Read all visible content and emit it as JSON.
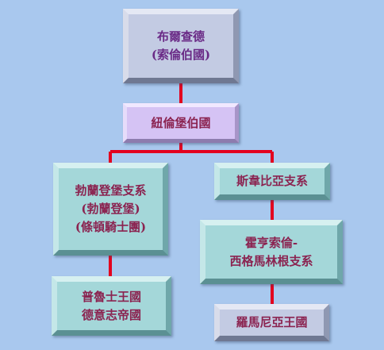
{
  "colors": {
    "background": "#a9c8ee",
    "connector": "#e3001f",
    "root_text": "#6a2a86",
    "node_text": "#8b2350"
  },
  "nodes": {
    "brand_root": {
      "lines": [
        "布爾查德",
        "(索倫伯國)"
      ]
    },
    "zollern": {
      "lines": [
        "紐倫堡伯國"
      ]
    },
    "brandenburg_branch": {
      "lines": [
        "勃蘭登堡支系",
        "(勃蘭登堡)",
        "(條頓騎士團)"
      ]
    },
    "prussia_germany": {
      "lines": [
        "普魯士王國",
        "德意志帝國"
      ]
    },
    "swabian_branch": {
      "lines": [
        "斯韋比亞支系"
      ]
    },
    "hohenzollern_sigmaringen": {
      "lines": [
        "霍亨索倫-",
        "西格馬林根支系"
      ]
    },
    "romania": {
      "lines": [
        "羅馬尼亞王國"
      ]
    }
  }
}
